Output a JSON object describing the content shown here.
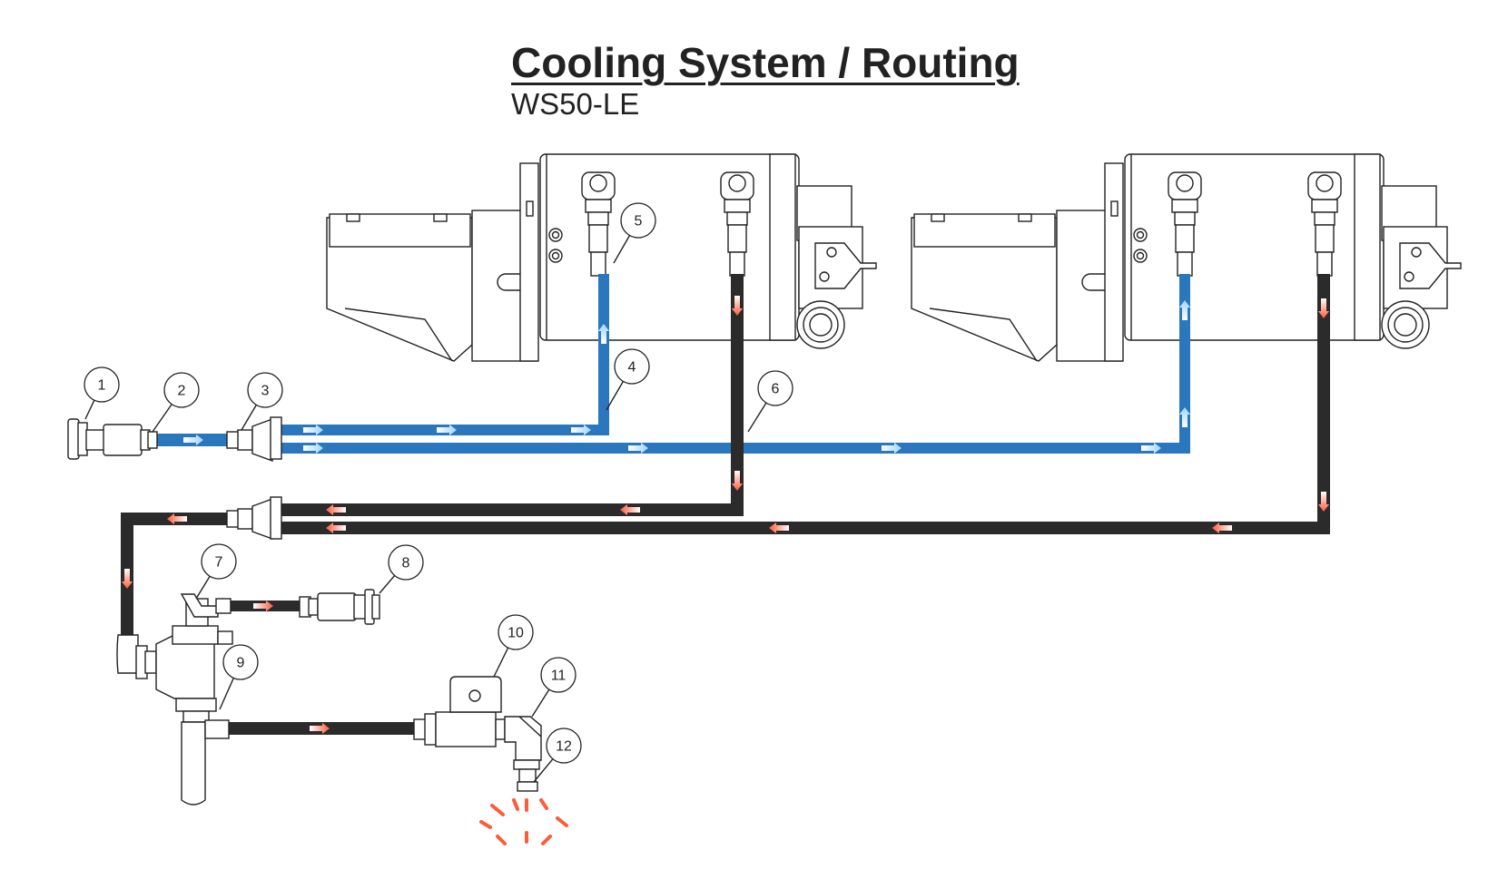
{
  "title": "Cooling System / Routing",
  "subtitle": "WS50-LE",
  "colors": {
    "supply_line": "#2a77bd",
    "return_line": "#2b2b2b",
    "supply_arrow": "#bfe4ff",
    "return_arrow": "#ff6a4a",
    "outline": "#222222"
  },
  "callouts": [
    "1",
    "2",
    "3",
    "4",
    "5",
    "6",
    "7",
    "8",
    "9",
    "10",
    "11",
    "12"
  ]
}
